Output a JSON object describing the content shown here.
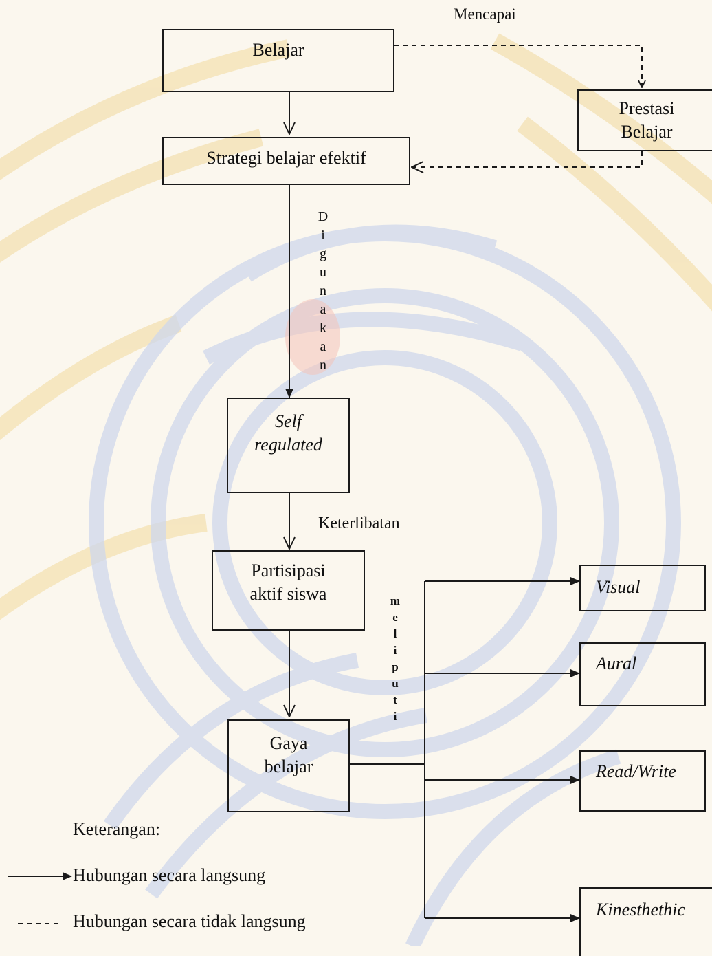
{
  "nodes": {
    "belajar": "Belajar",
    "prestasi_line1": "Prestasi",
    "prestasi_line2": "Belajar",
    "strategi": "Strategi belajar efektif",
    "self_line1": "Self",
    "self_line2": "regulated",
    "partisipasi_line1": "Partisipasi",
    "partisipasi_line2": "aktif siswa",
    "gaya_line1": "Gaya",
    "gaya_line2": "belajar",
    "visual": "Visual",
    "aural": "Aural",
    "readwrite": "Read/Write",
    "kinesthetic": "Kinesthethic"
  },
  "edges": {
    "mencapai": "Mencapai",
    "digunakan": [
      "D",
      "i",
      "g",
      "u",
      "n",
      "a",
      "k",
      "a",
      "n"
    ],
    "keterlibatan": "Keterlibatan",
    "meliputi": [
      "m",
      "e",
      "l",
      "i",
      "p",
      "u",
      "t",
      "i"
    ]
  },
  "legend": {
    "title": "Keterangan:",
    "direct": "Hubungan secara langsung",
    "indirect": "Hubungan secara tidak langsung"
  },
  "colors": {
    "line": "#1a1a1a",
    "watermark_blue": "#c9d3ea",
    "watermark_yellow": "#f5dca0",
    "watermark_pink": "#f2b8b0"
  }
}
